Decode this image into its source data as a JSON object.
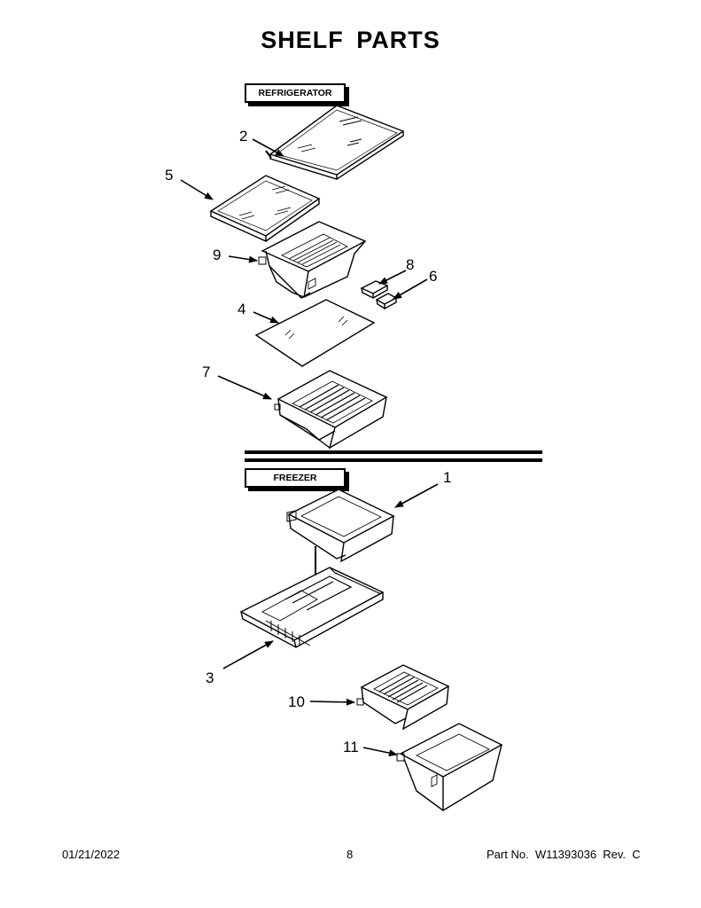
{
  "page": {
    "title": "SHELF  PARTS",
    "sections": {
      "refrigerator": "REFRIGERATOR",
      "freezer": "FREEZER"
    },
    "callouts": [
      "2",
      "5",
      "9",
      "8",
      "6",
      "4",
      "7",
      "1",
      "3",
      "10",
      "11"
    ],
    "footer": {
      "date": "01/21/2022",
      "page_number": "8",
      "part_info": "Part No.  W11393036  Rev.  C"
    }
  }
}
